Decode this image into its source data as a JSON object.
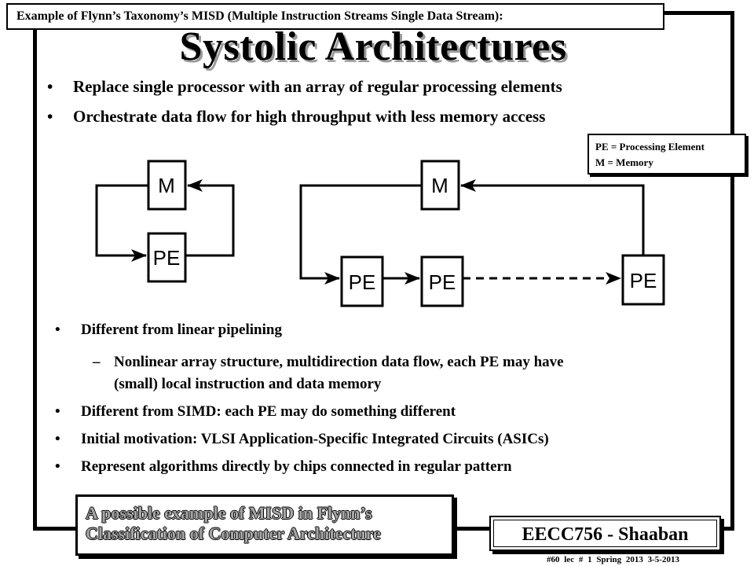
{
  "header": {
    "top_label": "Example of Flynn’s Taxonomy’s MISD (Multiple Instruction Streams Single Data Stream):",
    "title": "Systolic Architectures"
  },
  "bullets_top": [
    "Replace single processor with an array of regular processing elements",
    "Orchestrate data flow for high throughput with less memory access"
  ],
  "legend": {
    "line1": "PE = Processing Element",
    "line2": "M = Memory"
  },
  "diagram": {
    "memory_label": "M",
    "pe_label": "PE"
  },
  "bullets_bottom": {
    "b1": "Different from linear pipelining",
    "b1_sub_line1": "Nonlinear array structure, multidirection data flow, each PE may have",
    "b1_sub_line2": "(small) local instruction and data memory",
    "b2": "Different from SIMD: each PE may do something different",
    "b3": "Initial motivation: VLSI Application-Specific Integrated Circuits (ASICs)",
    "b4": "Represent algorithms directly by chips connected in regular pattern"
  },
  "misd_note": {
    "line1": "A possible example of MISD in Flynn’s",
    "line2": "Classification of Computer Architecture"
  },
  "course": "EECC756 - Shaaban",
  "footer": "#60 lec # 1 Spring 2013 3-5-2013"
}
